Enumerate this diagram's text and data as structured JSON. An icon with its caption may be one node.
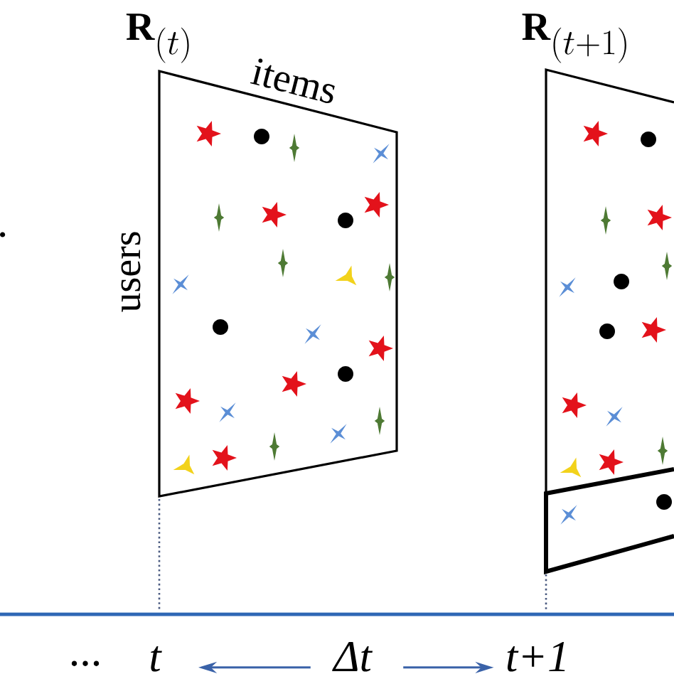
{
  "diagram": {
    "nodes": [
      {
        "text": [
          "\\mathbf{R}_{(t)}",
          "items",
          "users"
        ]
      },
      {
        "text": [
          "\\mathbf{R}_{(t+1)}"
        ]
      },
      {
        "text": [],
        "shape": "box",
        "in": 1
      },
      {
        "text": [
          "t"
        ]
      },
      {
        "text": [
          "Δt"
        ]
      },
      {
        "text": [
          "t+1"
        ]
      }
    ],
    "edges": [
      {
        "from": 4,
        "to": 3,
        "arrow": "to"
      },
      {
        "from": 4,
        "to": 5,
        "arrow": "to"
      }
    ],
    "labels": [
      "..."
    ]
  }
}
